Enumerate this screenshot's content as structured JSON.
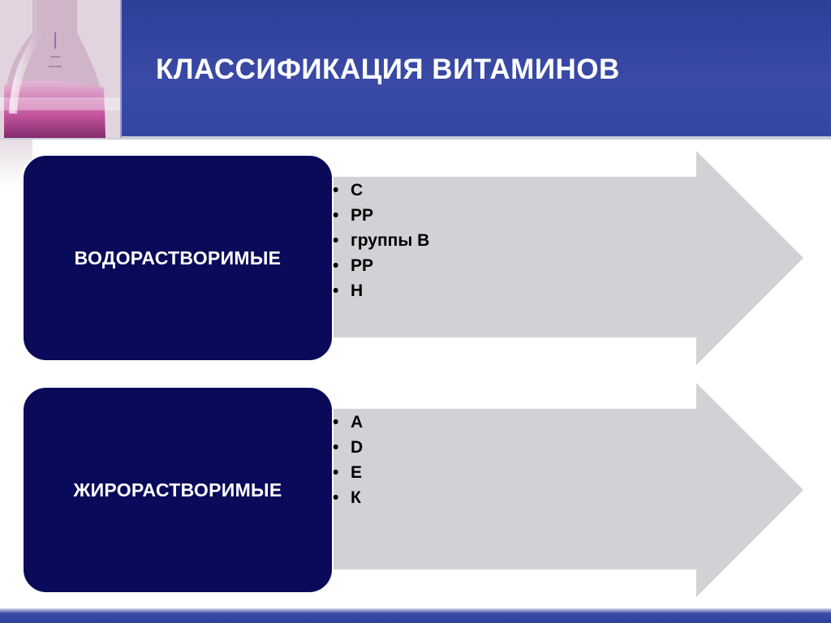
{
  "slide": {
    "title": "КЛАССИФИКАЦИЯ ВИТАМИНОВ"
  },
  "colors": {
    "header": "#3447a0",
    "category_box": "#0a0a5a",
    "arrow": "#d1d1d6"
  },
  "groups": [
    {
      "label": "ВОДОРАСТВОРИМЫЕ",
      "items": [
        "С",
        "РР",
        "группы В",
        "РР",
        "Н"
      ]
    },
    {
      "label": "ЖИРОРАСТВОРИМЫЕ",
      "items": [
        "А",
        "D",
        "Е",
        "К"
      ]
    }
  ],
  "bullet_symbol": "•",
  "decor": {
    "header_image": "chemistry-flask-image"
  }
}
